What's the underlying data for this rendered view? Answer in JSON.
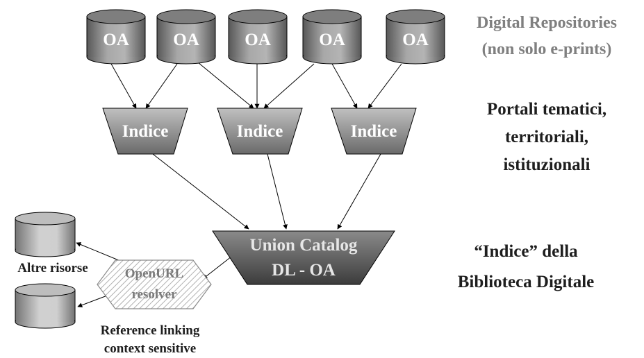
{
  "repositories": {
    "label": "OA",
    "count": 5,
    "caption_line1": "Digital Repositories",
    "caption_line2": "(non solo e-prints)"
  },
  "indices": {
    "label": "Indice",
    "count": 3,
    "caption_line1": "Portali tematici,",
    "caption_line2": "territoriali,",
    "caption_line3": "istituzionali"
  },
  "union_catalog": {
    "line1": "Union Catalog",
    "line2": "DL - OA",
    "caption_line1": "“Indice” della",
    "caption_line2": "Biblioteca Digitale"
  },
  "resolver": {
    "line1": "OpenURL",
    "line2": "resolver"
  },
  "other_resources": {
    "label": "Altre risorse",
    "caption_line1": "Reference linking",
    "caption_line2": "context sensitive"
  },
  "colors": {
    "cylinder_fill": "#9a9a9a",
    "cylinder_top": "#c8c8c8",
    "trapezoid_fill": "#8e8e8e",
    "union_fill": "#6e6e6e",
    "caption_grey": "#7f7f7f",
    "caption_dark": "#1e1e1e"
  }
}
